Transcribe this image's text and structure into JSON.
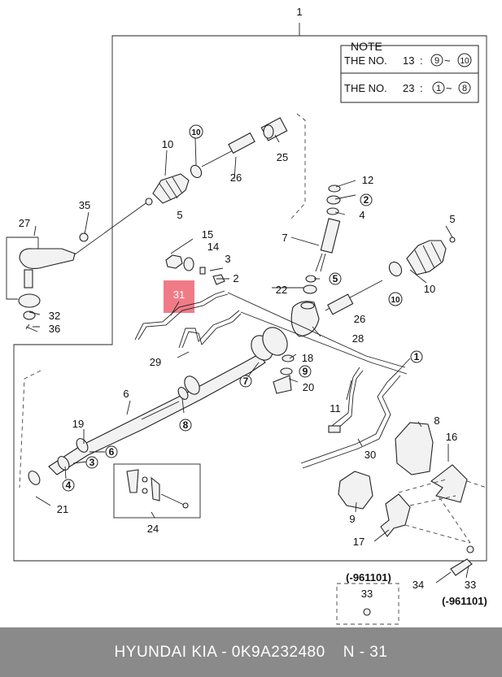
{
  "callouts": {
    "c1": "1",
    "c2": "2",
    "c3": "3",
    "c4": "4",
    "c5a": "5",
    "c5b": "5",
    "c6": "6",
    "c7": "7",
    "c8": "8",
    "c9": "9",
    "c10a": "10",
    "c10b": "10",
    "c11": "11",
    "c12": "12",
    "c14": "14",
    "c15": "15",
    "c16": "16",
    "c17": "17",
    "c18": "18",
    "c19": "19",
    "c20": "20",
    "c21": "21",
    "c22": "22",
    "c24": "24",
    "c25": "25",
    "c26a": "26",
    "c26b": "26",
    "c27": "27",
    "c28": "28",
    "c29": "29",
    "c30": "30",
    "c31": "31",
    "c32": "32",
    "c33a": "33",
    "c33b": "33",
    "c34": "34",
    "c35": "35",
    "c36": "36"
  },
  "circled": {
    "o1": "1",
    "o2": "2",
    "o3": "3",
    "o4": "4",
    "o5": "5",
    "o6": "6",
    "o7": "7",
    "o8": "8",
    "o9": "9",
    "o10a": "10",
    "o10b": "10"
  },
  "note": {
    "title": "NOTE",
    "line1_prefix": "THE NO.",
    "line1_no": "13",
    "line1_sep": ":",
    "line1_from": "9",
    "line1_tilde": "~",
    "line1_to": "10",
    "line2_prefix": "THE NO.",
    "line2_no": "23",
    "line2_sep": ":",
    "line2_from": "1",
    "line2_tilde": "~",
    "line2_to": "8"
  },
  "dates": {
    "d1": "(-961101)",
    "d2": "(-961101)"
  },
  "highlight_color": "#f07b87",
  "footer": {
    "brand": "HYUNDAI  KIA - 0K9A232480",
    "page": "N - 31"
  }
}
